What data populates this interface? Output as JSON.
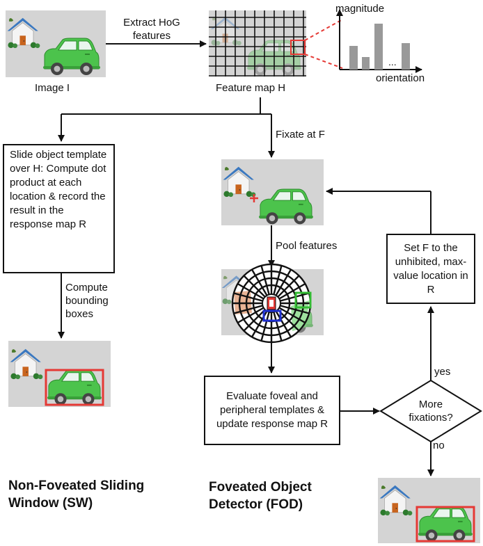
{
  "top": {
    "image_label": "Image I",
    "extract_label": "Extract HoG features",
    "feature_map_label": "Feature map H",
    "histogram": {
      "y_label": "magnitude",
      "x_label": "orientation",
      "ellipsis": "..."
    }
  },
  "sw": {
    "step_text": "Slide object template over H: Compute dot product at each location & record the result in the response map R",
    "compute_label": "Compute bounding boxes",
    "title": "Non-Foveated Sliding Window (SW)"
  },
  "fod": {
    "fixate_label": "Fixate at F",
    "pool_label": "Pool features",
    "evaluate_text": "Evaluate foveal and peripheral templates & update response map R",
    "decision_text": "More fixations?",
    "yes_label": "yes",
    "no_label": "no",
    "set_f_text": "Set F to the unhibited, max-value location in R",
    "title": "Foveated Object Detector (FOD)"
  },
  "colors": {
    "panel_bg": "#d4d4d4",
    "car_green": "#4cc34c",
    "house_roof": "#3a78c0",
    "door": "#c8641e",
    "bbox_red": "#e53935",
    "fovea_blue": "#1e2fd0",
    "periphery_green": "#33bb33"
  }
}
